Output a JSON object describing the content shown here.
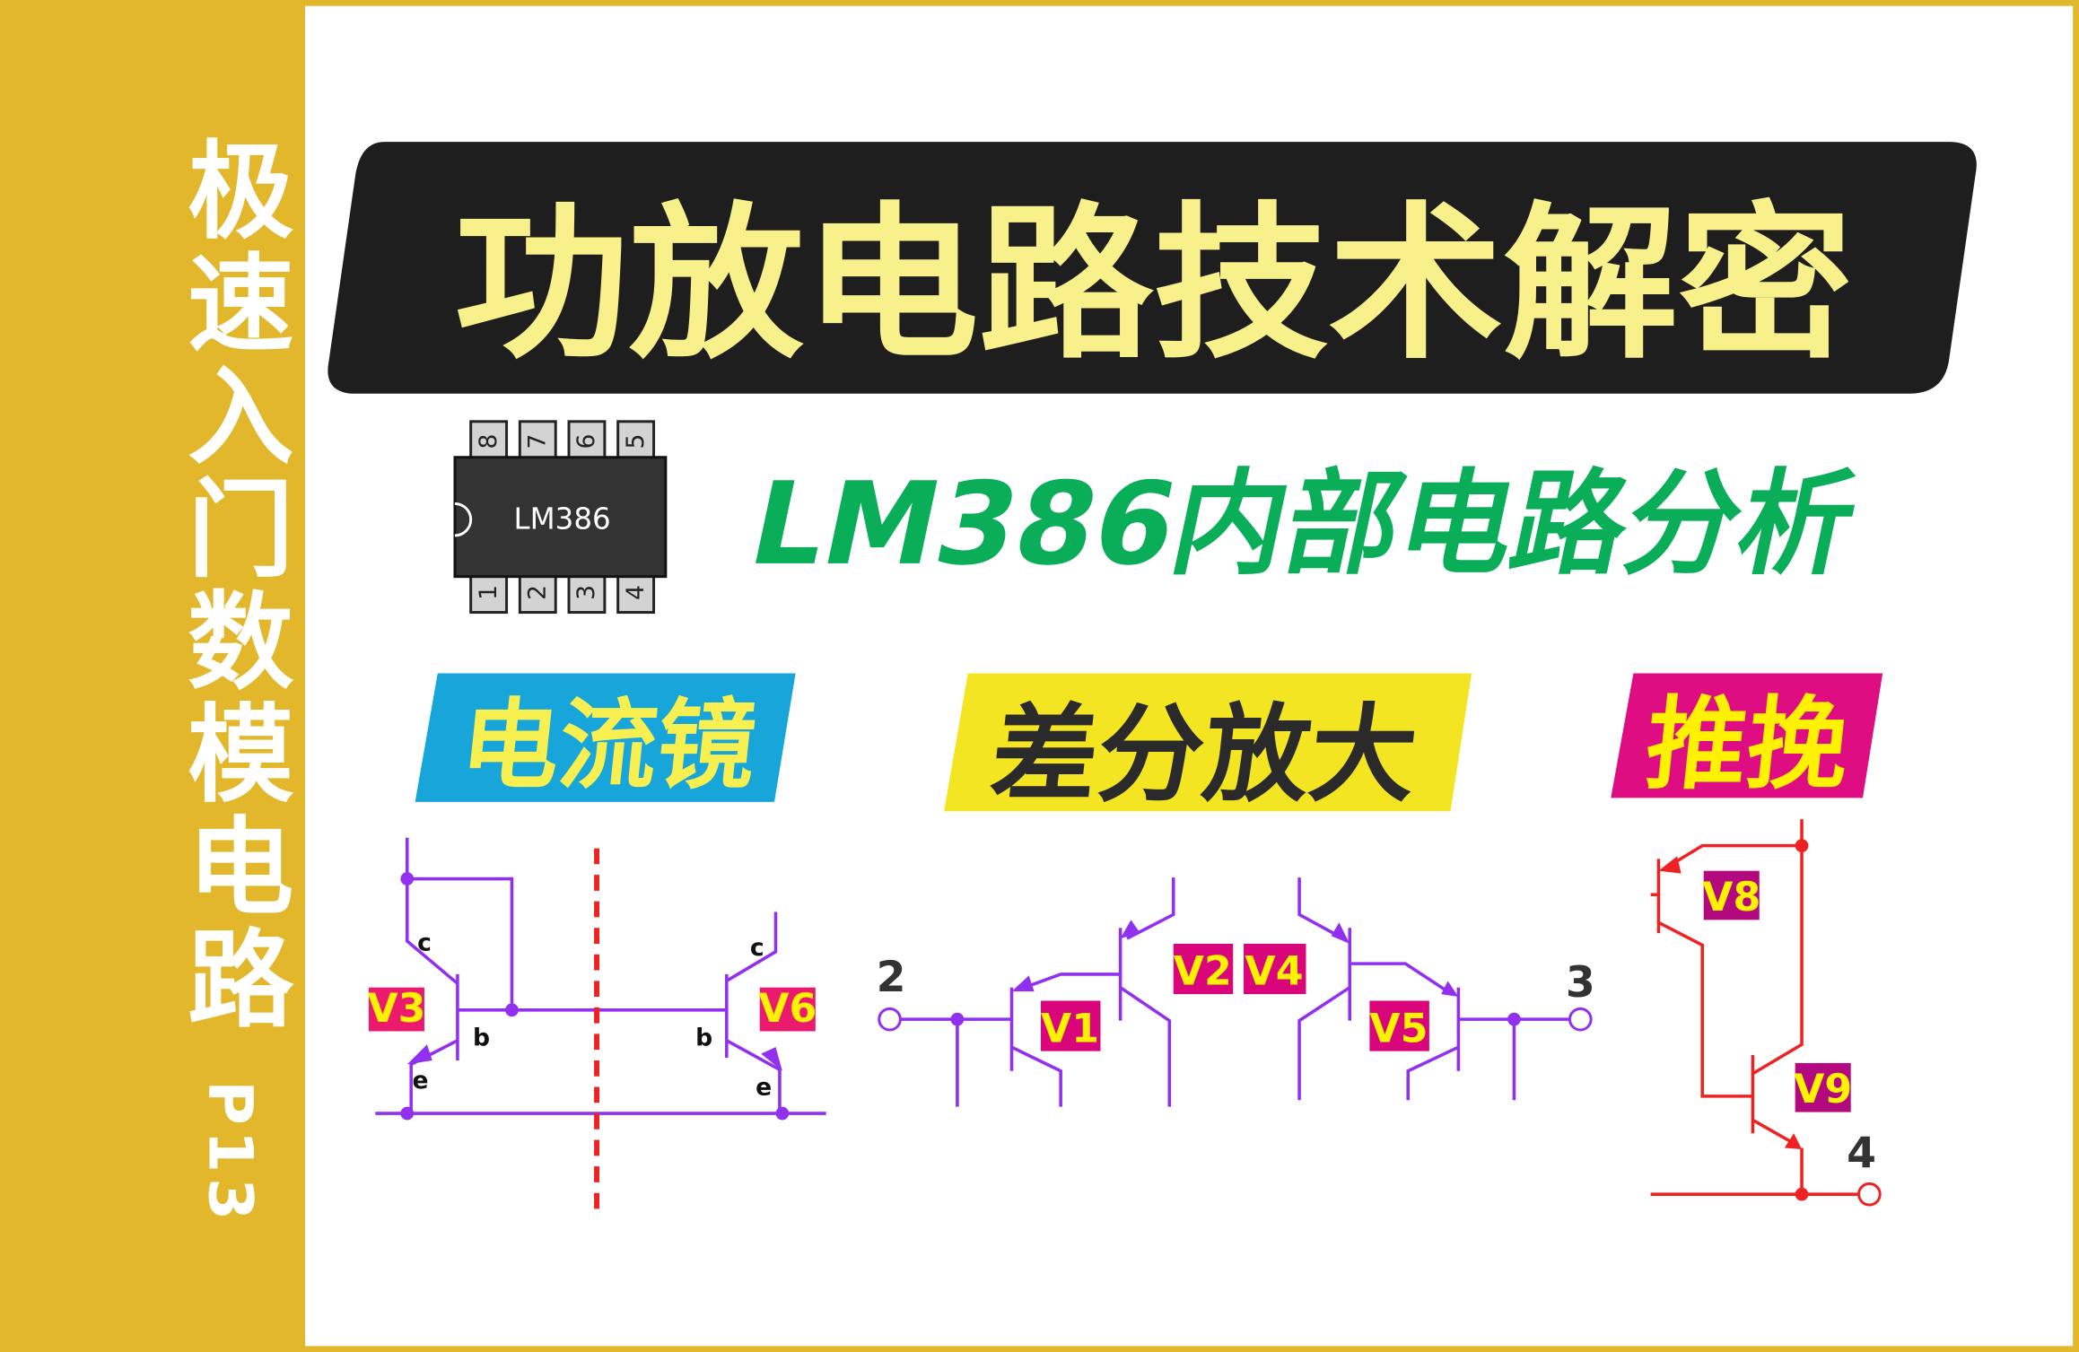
{
  "sidebar": {
    "series_title": "极速入门数模电路",
    "part": "P13"
  },
  "banner": {
    "title": "功放电路技术解密"
  },
  "chip": {
    "label": "LM386",
    "pins_top": [
      "8",
      "7",
      "6",
      "5"
    ],
    "pins_bottom": [
      "1",
      "2",
      "3",
      "4"
    ]
  },
  "subtitle": "LM386内部电路分析",
  "sections": {
    "current_mirror": "电流镜",
    "differential": "差分放大",
    "push_pull": "推挽"
  },
  "current_mirror": {
    "transistors": [
      "V3",
      "V6"
    ],
    "terminals": {
      "c": "c",
      "b": "b",
      "e": "e"
    }
  },
  "diff_amp": {
    "transistors": [
      "V1",
      "V2",
      "V4",
      "V5"
    ],
    "pin_in": "2",
    "pin_out": "3"
  },
  "push_pull": {
    "transistors": [
      "V8",
      "V9"
    ],
    "pin_out": "4"
  },
  "colors": {
    "frame": "#E2B72C",
    "banner_bg": "#1E1E1E",
    "banner_text": "#F8F08A",
    "subtitle": "#0AAE58",
    "tag_blue": "#18A6DA",
    "tag_yellow": "#F3E521",
    "tag_magenta": "#DE0E82",
    "label_bg": "#D8067A",
    "wire_purple": "#9230F0",
    "wire_red": "#EE2222"
  }
}
